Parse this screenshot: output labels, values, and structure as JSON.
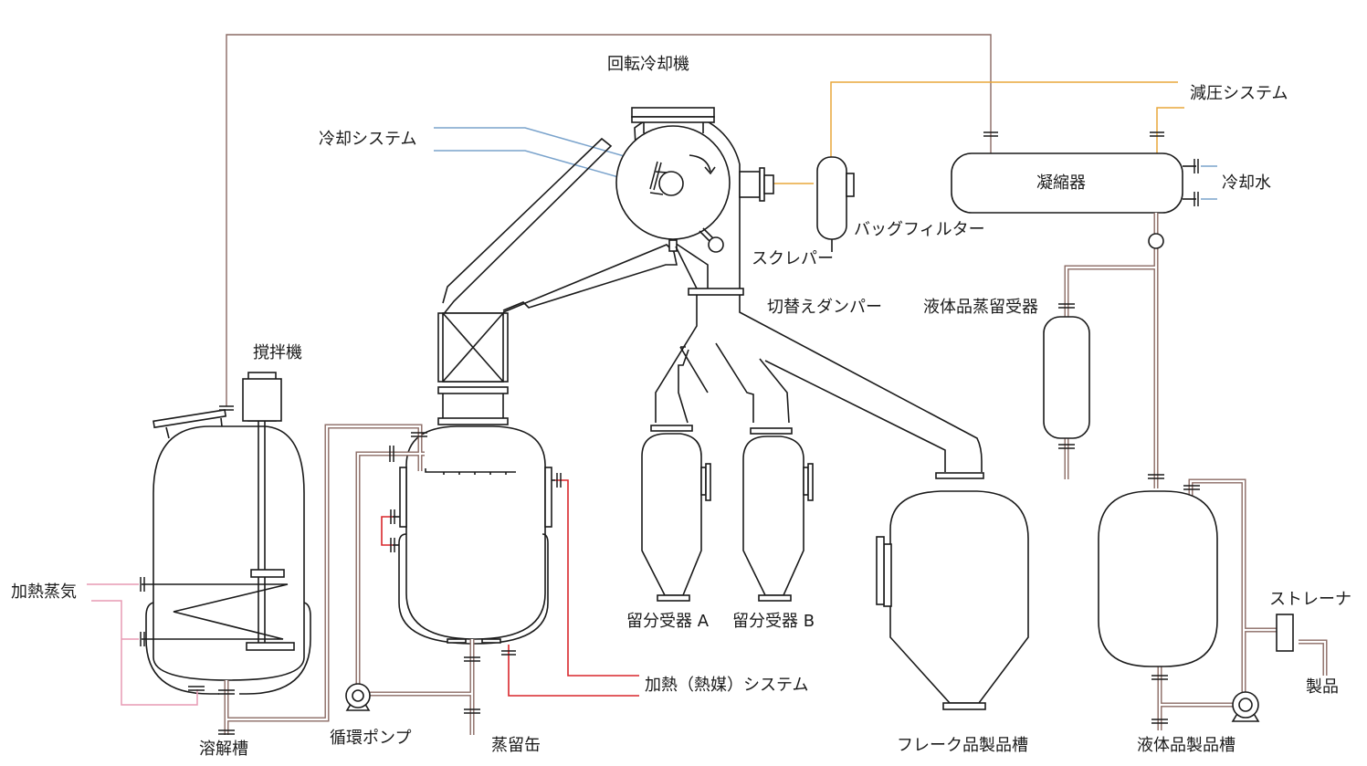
{
  "diagram": {
    "type": "process-flow",
    "colors": {
      "equipment": "#1a1a1a",
      "process_pipe": "#8a6a63",
      "heating_steam": "#e79ab4",
      "cooling": "#7aa3cc",
      "vacuum": "#e8a73a",
      "heating_medium": "#d9262b"
    },
    "labels": {
      "rotary_cooler": "回転冷却機",
      "cooling_system": "冷却システム",
      "vacuum_system": "減圧システム",
      "condenser": "凝縮器",
      "cooling_water": "冷却水",
      "bag_filter": "バッグフィルター",
      "scraper": "スクレパー",
      "switch_damper": "切替えダンパー",
      "liquid_distillate_receiver": "液体品蒸留受器",
      "agitator": "撹拌機",
      "heating_steam": "加熱蒸気",
      "dissolving_tank": "溶解槽",
      "circulation_pump": "循環ポンプ",
      "still": "蒸留缶",
      "heating_medium_system": "加熱（熱媒）システム",
      "fraction_receiver_a": "留分受器 A",
      "fraction_receiver_b": "留分受器 B",
      "flake_product_tank": "フレーク品製品槽",
      "liquid_product_tank": "液体品製品槽",
      "strainer": "ストレーナ",
      "product": "製品"
    }
  }
}
